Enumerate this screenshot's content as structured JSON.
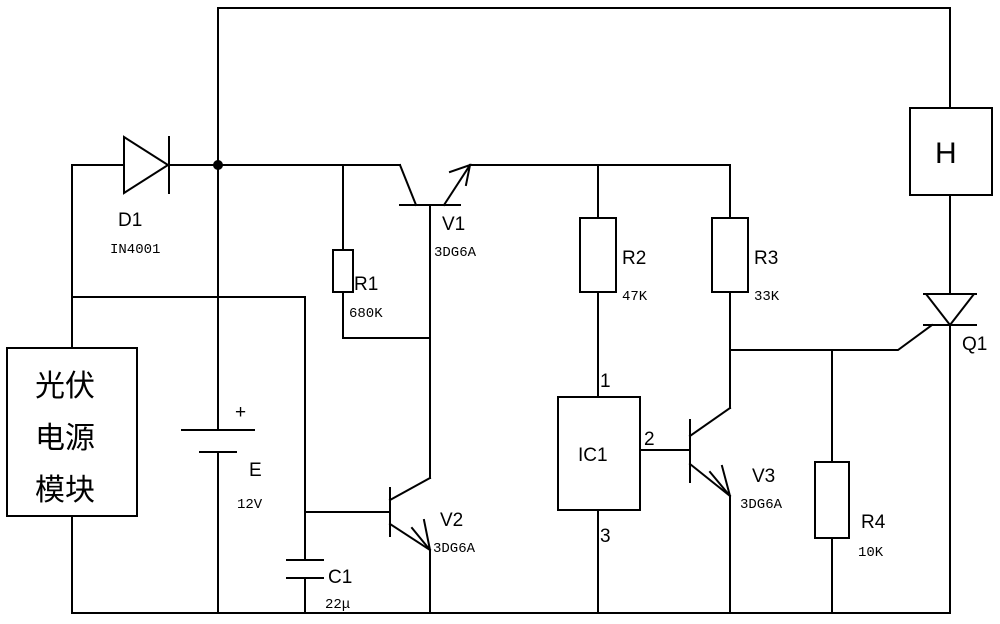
{
  "components": {
    "d1": {
      "name": "D1",
      "value": "IN4001"
    },
    "v1": {
      "name": "V1",
      "value": "3DG6A"
    },
    "v2": {
      "name": "V2",
      "value": "3DG6A"
    },
    "v3": {
      "name": "V3",
      "value": "3DG6A"
    },
    "r1": {
      "name": "R1",
      "value": "680K"
    },
    "r2": {
      "name": "R2",
      "value": "47K"
    },
    "r3": {
      "name": "R3",
      "value": "33K"
    },
    "r4": {
      "name": "R4",
      "value": "10K"
    },
    "e": {
      "name": "E",
      "value": "12V",
      "polarity": "+"
    },
    "c1": {
      "name": "C1",
      "value": "22μ"
    },
    "q1": {
      "name": "Q1"
    },
    "ic1": {
      "name": "IC1",
      "pins": [
        "1",
        "2",
        "3"
      ]
    },
    "h": {
      "name": "H"
    }
  },
  "pv_module": {
    "lines": [
      "光伏",
      "电源",
      "模块"
    ]
  }
}
